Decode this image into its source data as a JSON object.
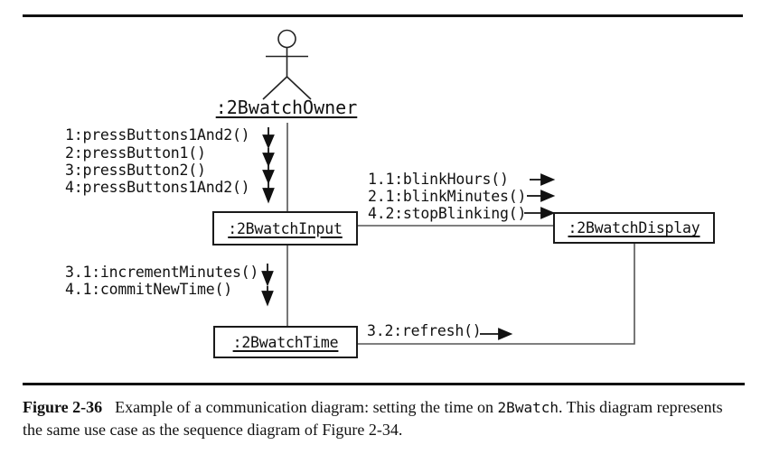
{
  "colors": {
    "ink": "#111111",
    "link_line": "#555555",
    "background": "#ffffff"
  },
  "diagram": {
    "actor": {
      "label": ":2BwatchOwner"
    },
    "objects": [
      {
        "label": ":2BwatchInput"
      },
      {
        "label": ":2BwatchDisplay"
      },
      {
        "label": ":2BwatchTime"
      }
    ],
    "messages": {
      "owner_to_input": [
        "1:pressButtons1And2()",
        "2:pressButton1()",
        "3:pressButton2()",
        "4:pressButtons1And2()"
      ],
      "input_to_display": [
        "1.1:blinkHours()",
        "2.1:blinkMinutes()",
        "4.2:stopBlinking()"
      ],
      "input_to_time": [
        "3.1:incrementMinutes()",
        "4.1:commitNewTime()"
      ],
      "time_to_display": [
        "3.2:refresh()"
      ]
    }
  },
  "caption": {
    "figure_label": "Figure 2-36",
    "text_before_code": "Example of a communication diagram: setting the time on ",
    "code": "2Bwatch",
    "text_after_code": ". This diagram represents",
    "line2": "the same use case as the sequence diagram of Figure 2-34."
  }
}
